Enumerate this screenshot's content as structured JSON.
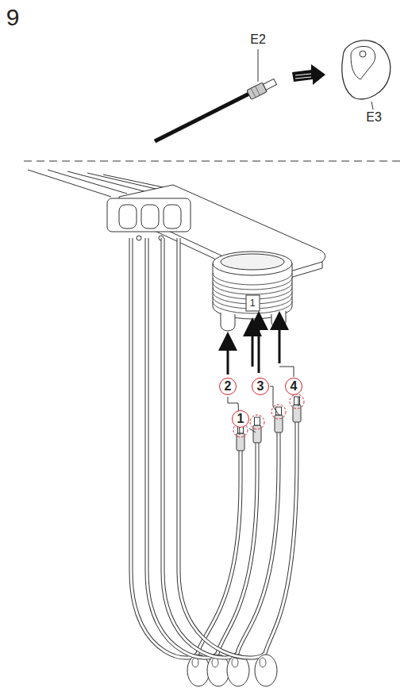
{
  "diagram": {
    "labels": [
      "9",
      "E2",
      "E3",
      "1",
      "2",
      "3",
      "4",
      "1"
    ]
  }
}
